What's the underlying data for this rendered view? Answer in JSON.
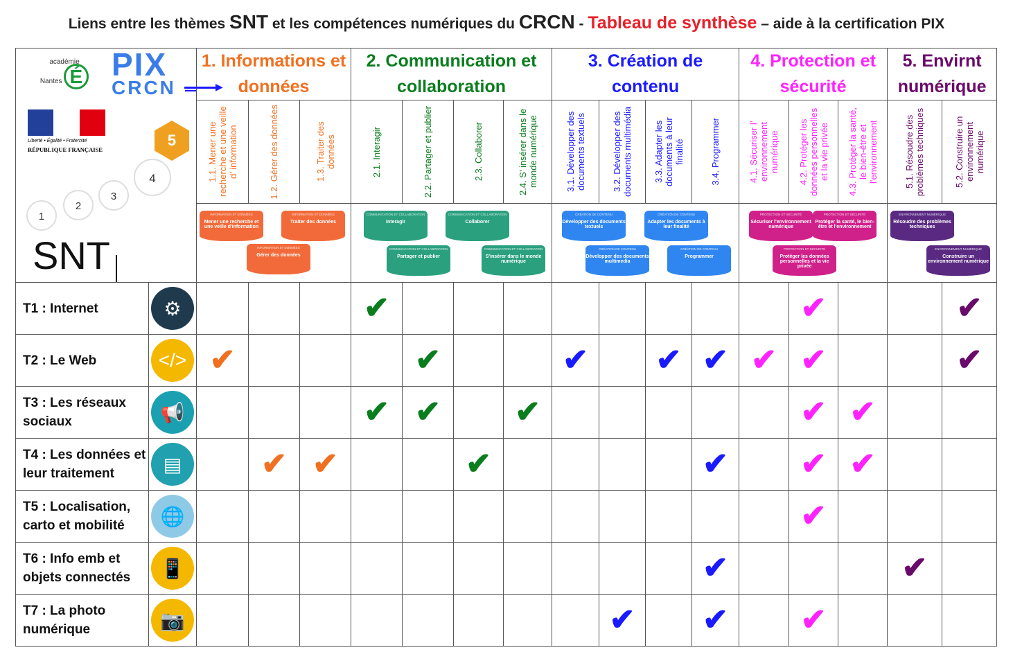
{
  "title": {
    "p1": "Liens entre les thèmes ",
    "snt": "SNT",
    "p2": " et les compétences numériques du ",
    "crcn": "CRCN",
    "p3": "  - ",
    "red": "Tableau de synthèse",
    "p4": " – aide à la certification PIX"
  },
  "logo": {
    "academy": "académie Nantes",
    "pix": "PIX",
    "crcn": "CRCN",
    "motto": "Liberté • Égalité • Fraternité",
    "republic": "RÉPUBLIQUE FRANÇAISE",
    "levels": [
      "1",
      "2",
      "3",
      "4",
      "5"
    ],
    "snt": "SNT"
  },
  "groups": [
    {
      "title": "1. Informations et données",
      "color": "#f07020",
      "card": "#f26a3a",
      "competences": [
        "1.1. Mener une recherche et une veille d’ information",
        "1.2. Gérer des données",
        "1.3. Traiter des données"
      ],
      "cards": [
        {
          "cat": "INFORMATION ET DONNÉES",
          "label": "Mener une recherche et une veille d'information"
        },
        {
          "cat": "INFORMATION ET DONNÉES",
          "label": "Traiter des données"
        },
        {
          "cat": "INFORMATION ET DONNÉES",
          "label": "Gérer des données"
        }
      ]
    },
    {
      "title": "2. Communication et collaboration",
      "color": "#0a7d1e",
      "card": "#2aa07e",
      "competences": [
        "2.1. Interagir",
        "2.2. Partager et publier",
        "2.3. Collaborer",
        "2.4. S’ insérer dans le monde numérique"
      ],
      "cards": [
        {
          "cat": "COMMUNICATION ET COLLABORATION",
          "label": "Interagir"
        },
        {
          "cat": "COMMUNICATION ET COLLABORATION",
          "label": "Collaborer"
        },
        {
          "cat": "COMMUNICATION ET COLLABORATION",
          "label": "Partager et publier"
        },
        {
          "cat": "COMMUNICATION ET COLLABORATION",
          "label": "S'insérer dans le monde numérique"
        }
      ]
    },
    {
      "title": "3. Création de contenu",
      "color": "#1a1aff",
      "card": "#2f86f0",
      "competences": [
        "3.1. Développer des documents textuels",
        "3.2. Développer des documents multimédia",
        "3.3. Adapter les documents à leur finalité",
        "3.4. Programmer"
      ],
      "cards": [
        {
          "cat": "CRÉATION DE CONTENU",
          "label": "Développer des documents textuels"
        },
        {
          "cat": "CRÉATION DE CONTENU",
          "label": "Adapter les documents à leur finalité"
        },
        {
          "cat": "CRÉATION DE CONTENU",
          "label": "Développer des documents multimedia"
        },
        {
          "cat": "CRÉATION DE CONTENU",
          "label": "Programmer"
        }
      ]
    },
    {
      "title": "4. Protection et sécurité",
      "color": "#ff22ff",
      "card": "#d0208a",
      "competences": [
        "4.1. Sécuriser l’ environnement numérique",
        "4.2. Protéger les données personnelles et la vie privée",
        "4.3. Protéger la santé, le bien-être et l'environnement"
      ],
      "cards": [
        {
          "cat": "PROTECTION ET SÉCURITÉ",
          "label": "Sécuriser l'environnement numérique"
        },
        {
          "cat": "PROTECTION ET SÉCURITÉ",
          "label": "Protéger la santé, le bien-être et l'environnement"
        },
        {
          "cat": "PROTECTION ET SÉCURITÉ",
          "label": "Protéger les données personnelles et la vie privée"
        }
      ]
    },
    {
      "title": "5. Envirnt numérique",
      "color": "#6a0a6a",
      "card": "#5a2a82",
      "competences": [
        "5.1. Résoudre des problèmes techniques",
        "5.2. Construire un environnement numérique"
      ],
      "cards": [
        {
          "cat": "ENVIRONNEMENT NUMÉRIQUE",
          "label": "Résoudre des problèmes techniques"
        },
        {
          "cat": "ENVIRONNEMENT NUMÉRIQUE",
          "label": "Construire un environnement numérique"
        }
      ]
    }
  ],
  "themes": [
    {
      "label": "T1 : Internet",
      "icon": "globe-gear-icon",
      "glyph": "⚙",
      "bg": "#1f3a4d",
      "checks": [
        3,
        12,
        15
      ]
    },
    {
      "label": "T2 : Le Web",
      "icon": "code-icon",
      "glyph": "</>",
      "bg": "#f5b800",
      "checks": [
        0,
        4,
        7,
        9,
        10,
        11,
        12,
        15
      ]
    },
    {
      "label": "T3 : Les réseaux sociaux",
      "icon": "megaphone-icon",
      "glyph": "📢",
      "bg": "#1aa0b0",
      "checks": [
        3,
        4,
        6,
        12,
        13
      ]
    },
    {
      "label": "T4 : Les données et leur traitement",
      "icon": "document-icon",
      "glyph": "▤",
      "bg": "#21a0b0",
      "checks": [
        1,
        2,
        5,
        10,
        12,
        13
      ]
    },
    {
      "label": "T5 : Localisation, carto et mobilité",
      "icon": "globe-pin-icon",
      "glyph": "🌐",
      "bg": "#8ecae6",
      "checks": [
        12
      ]
    },
    {
      "label": "T6 : Info emb et objets connectés",
      "icon": "phone-gear-icon",
      "glyph": "📱",
      "bg": "#f5b800",
      "checks": [
        10,
        14
      ]
    },
    {
      "label": "T7 : La photo numérique",
      "icon": "camera-icon",
      "glyph": "📷",
      "bg": "#f5b800",
      "checks": [
        8,
        10,
        12
      ]
    }
  ],
  "check_glyph": "✔"
}
